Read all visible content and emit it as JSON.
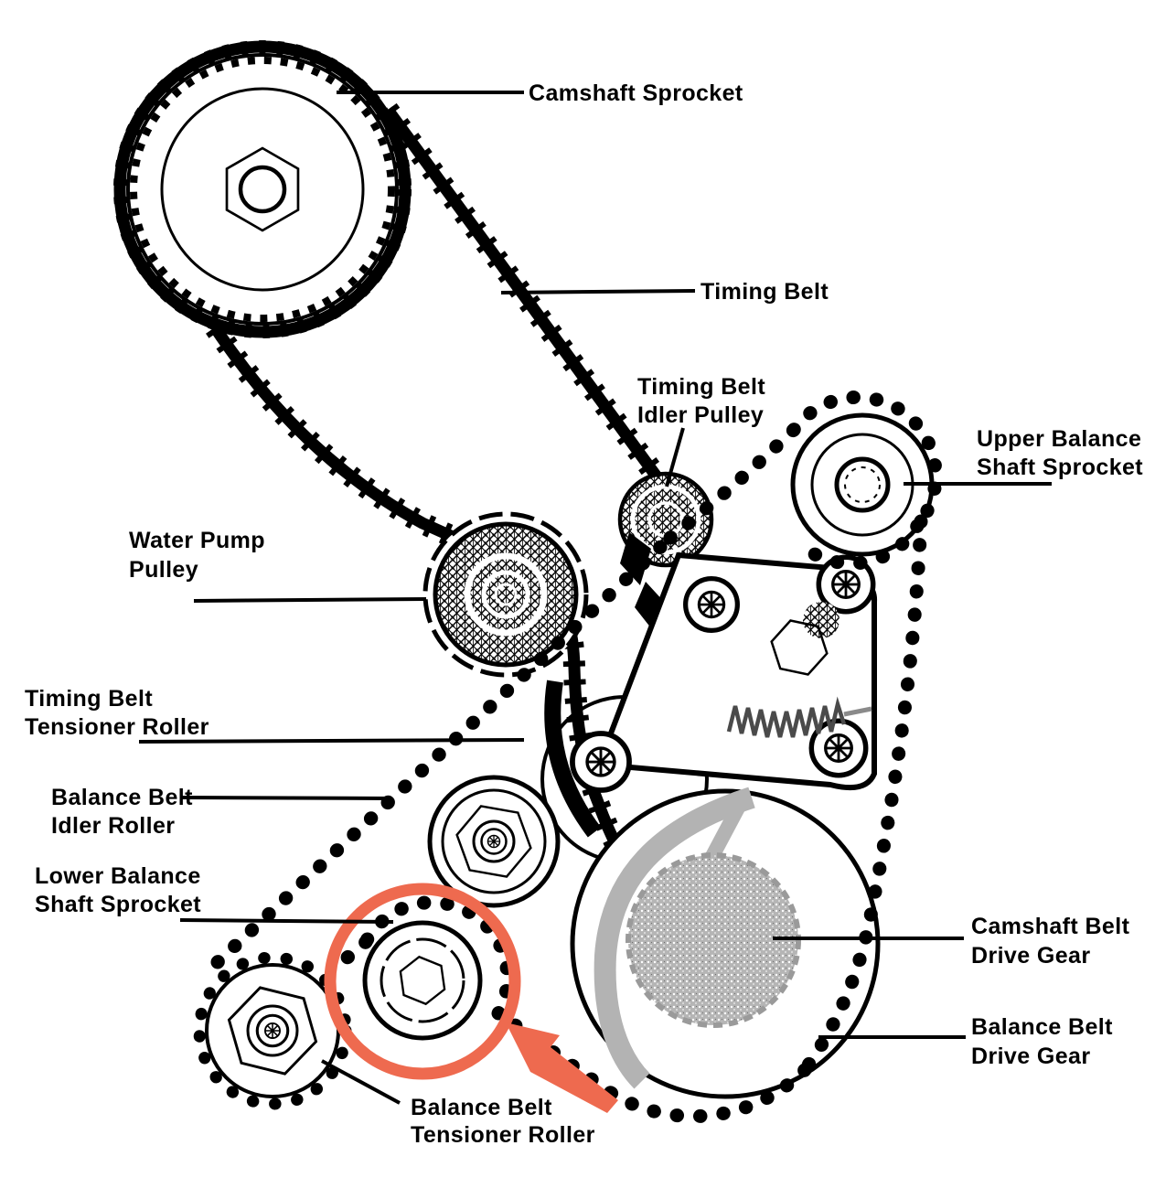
{
  "diagram": {
    "type": "engine-timing-belt-component-diagram",
    "background": "#ffffff",
    "line_color": "#000000",
    "highlight_color": "#ee6a4f",
    "gray_gear_color": "#b5b5b5",
    "gray_belt_color": "#b3b3b3",
    "labels": {
      "camshaft_sprocket": {
        "line1": "Camshaft Sprocket"
      },
      "timing_belt": {
        "line1": "Timing Belt"
      },
      "timing_belt_idler_pulley": {
        "line1": "Timing Belt",
        "line2": "Idler Pulley"
      },
      "upper_balance_shaft_sprocket": {
        "line1": "Upper Balance",
        "line2": "Shaft Sprocket"
      },
      "water_pump_pulley": {
        "line1": "Water Pump",
        "line2": "Pulley"
      },
      "timing_belt_tensioner_roller": {
        "line1": "Timing Belt",
        "line2": "Tensioner Roller"
      },
      "balance_belt_idler_roller": {
        "line1": "Balance Belt",
        "line2": "Idler Roller"
      },
      "lower_balance_shaft_sprocket": {
        "line1": "Lower Balance",
        "line2": "Shaft Sprocket"
      },
      "camshaft_belt_drive_gear": {
        "line1": "Camshaft Belt",
        "line2": "Drive Gear"
      },
      "balance_belt_drive_gear": {
        "line1": "Balance Belt",
        "line2": "Drive Gear"
      },
      "balance_belt_tensioner_roller": {
        "line1": "Balance Belt",
        "line2": "Tensioner Roller"
      }
    }
  }
}
